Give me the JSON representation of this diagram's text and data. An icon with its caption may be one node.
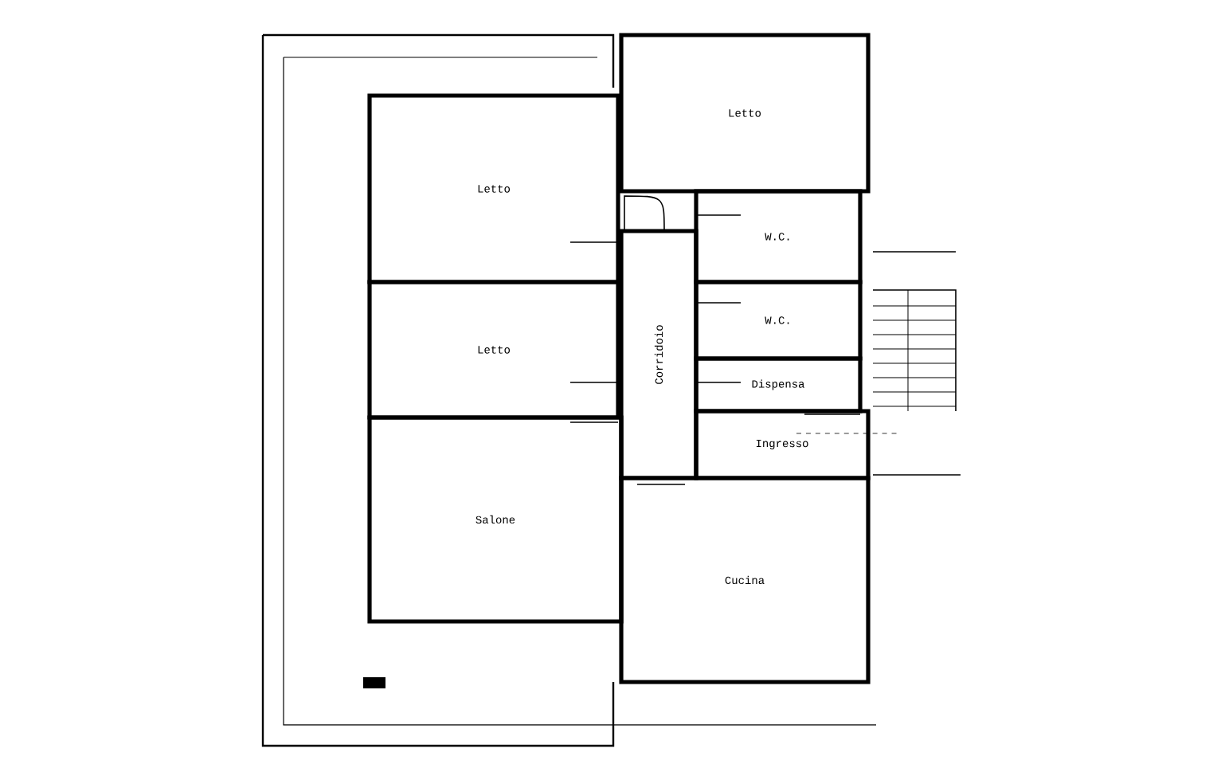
{
  "diagram": {
    "nodes": [
      {
        "text": [
          "Letto"
        ]
      },
      {
        "text": [
          "Letto"
        ]
      },
      {
        "text": [
          "Salone"
        ]
      },
      {
        "text": [
          "Letto"
        ]
      },
      {
        "text": [
          "W.C."
        ]
      },
      {
        "text": [
          "W.C."
        ]
      },
      {
        "text": [
          "Dispensa"
        ]
      },
      {
        "text": [
          "Corridoio"
        ]
      },
      {
        "text": [
          "Ingresso"
        ]
      },
      {
        "text": [
          "Cucina"
        ]
      }
    ]
  }
}
